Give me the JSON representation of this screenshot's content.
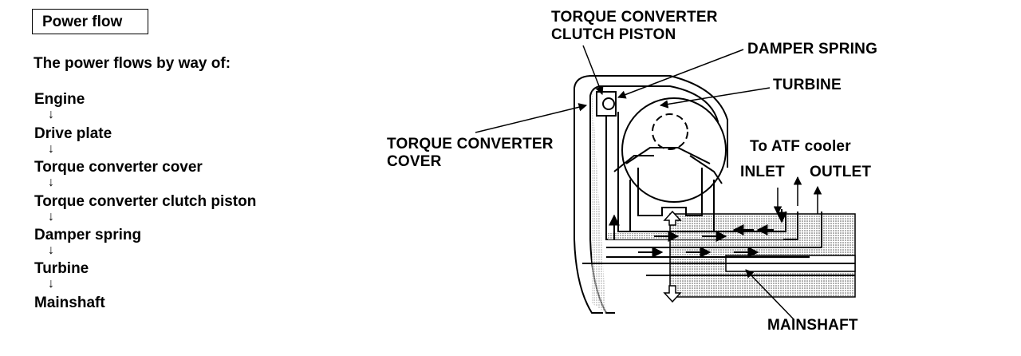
{
  "section": {
    "title": "Power flow",
    "intro": "The power flows by way of:"
  },
  "flow_steps": [
    "Engine",
    "Drive plate",
    "Torque converter cover",
    "Torque converter clutch piston",
    "Damper spring",
    "Turbine",
    "Mainshaft"
  ],
  "arrow_glyph": "↓",
  "diagram": {
    "labels": {
      "clutch_piston_1": "TORQUE CONVERTER",
      "clutch_piston_2": "CLUTCH PISTON",
      "damper_spring": "DAMPER SPRING",
      "turbine": "TURBINE",
      "cover_1": "TORQUE CONVERTER",
      "cover_2": "COVER",
      "atf_cooler": "To ATF cooler",
      "inlet": "INLET",
      "outlet": "OUTLET",
      "mainshaft": "MAINSHAFT"
    }
  }
}
